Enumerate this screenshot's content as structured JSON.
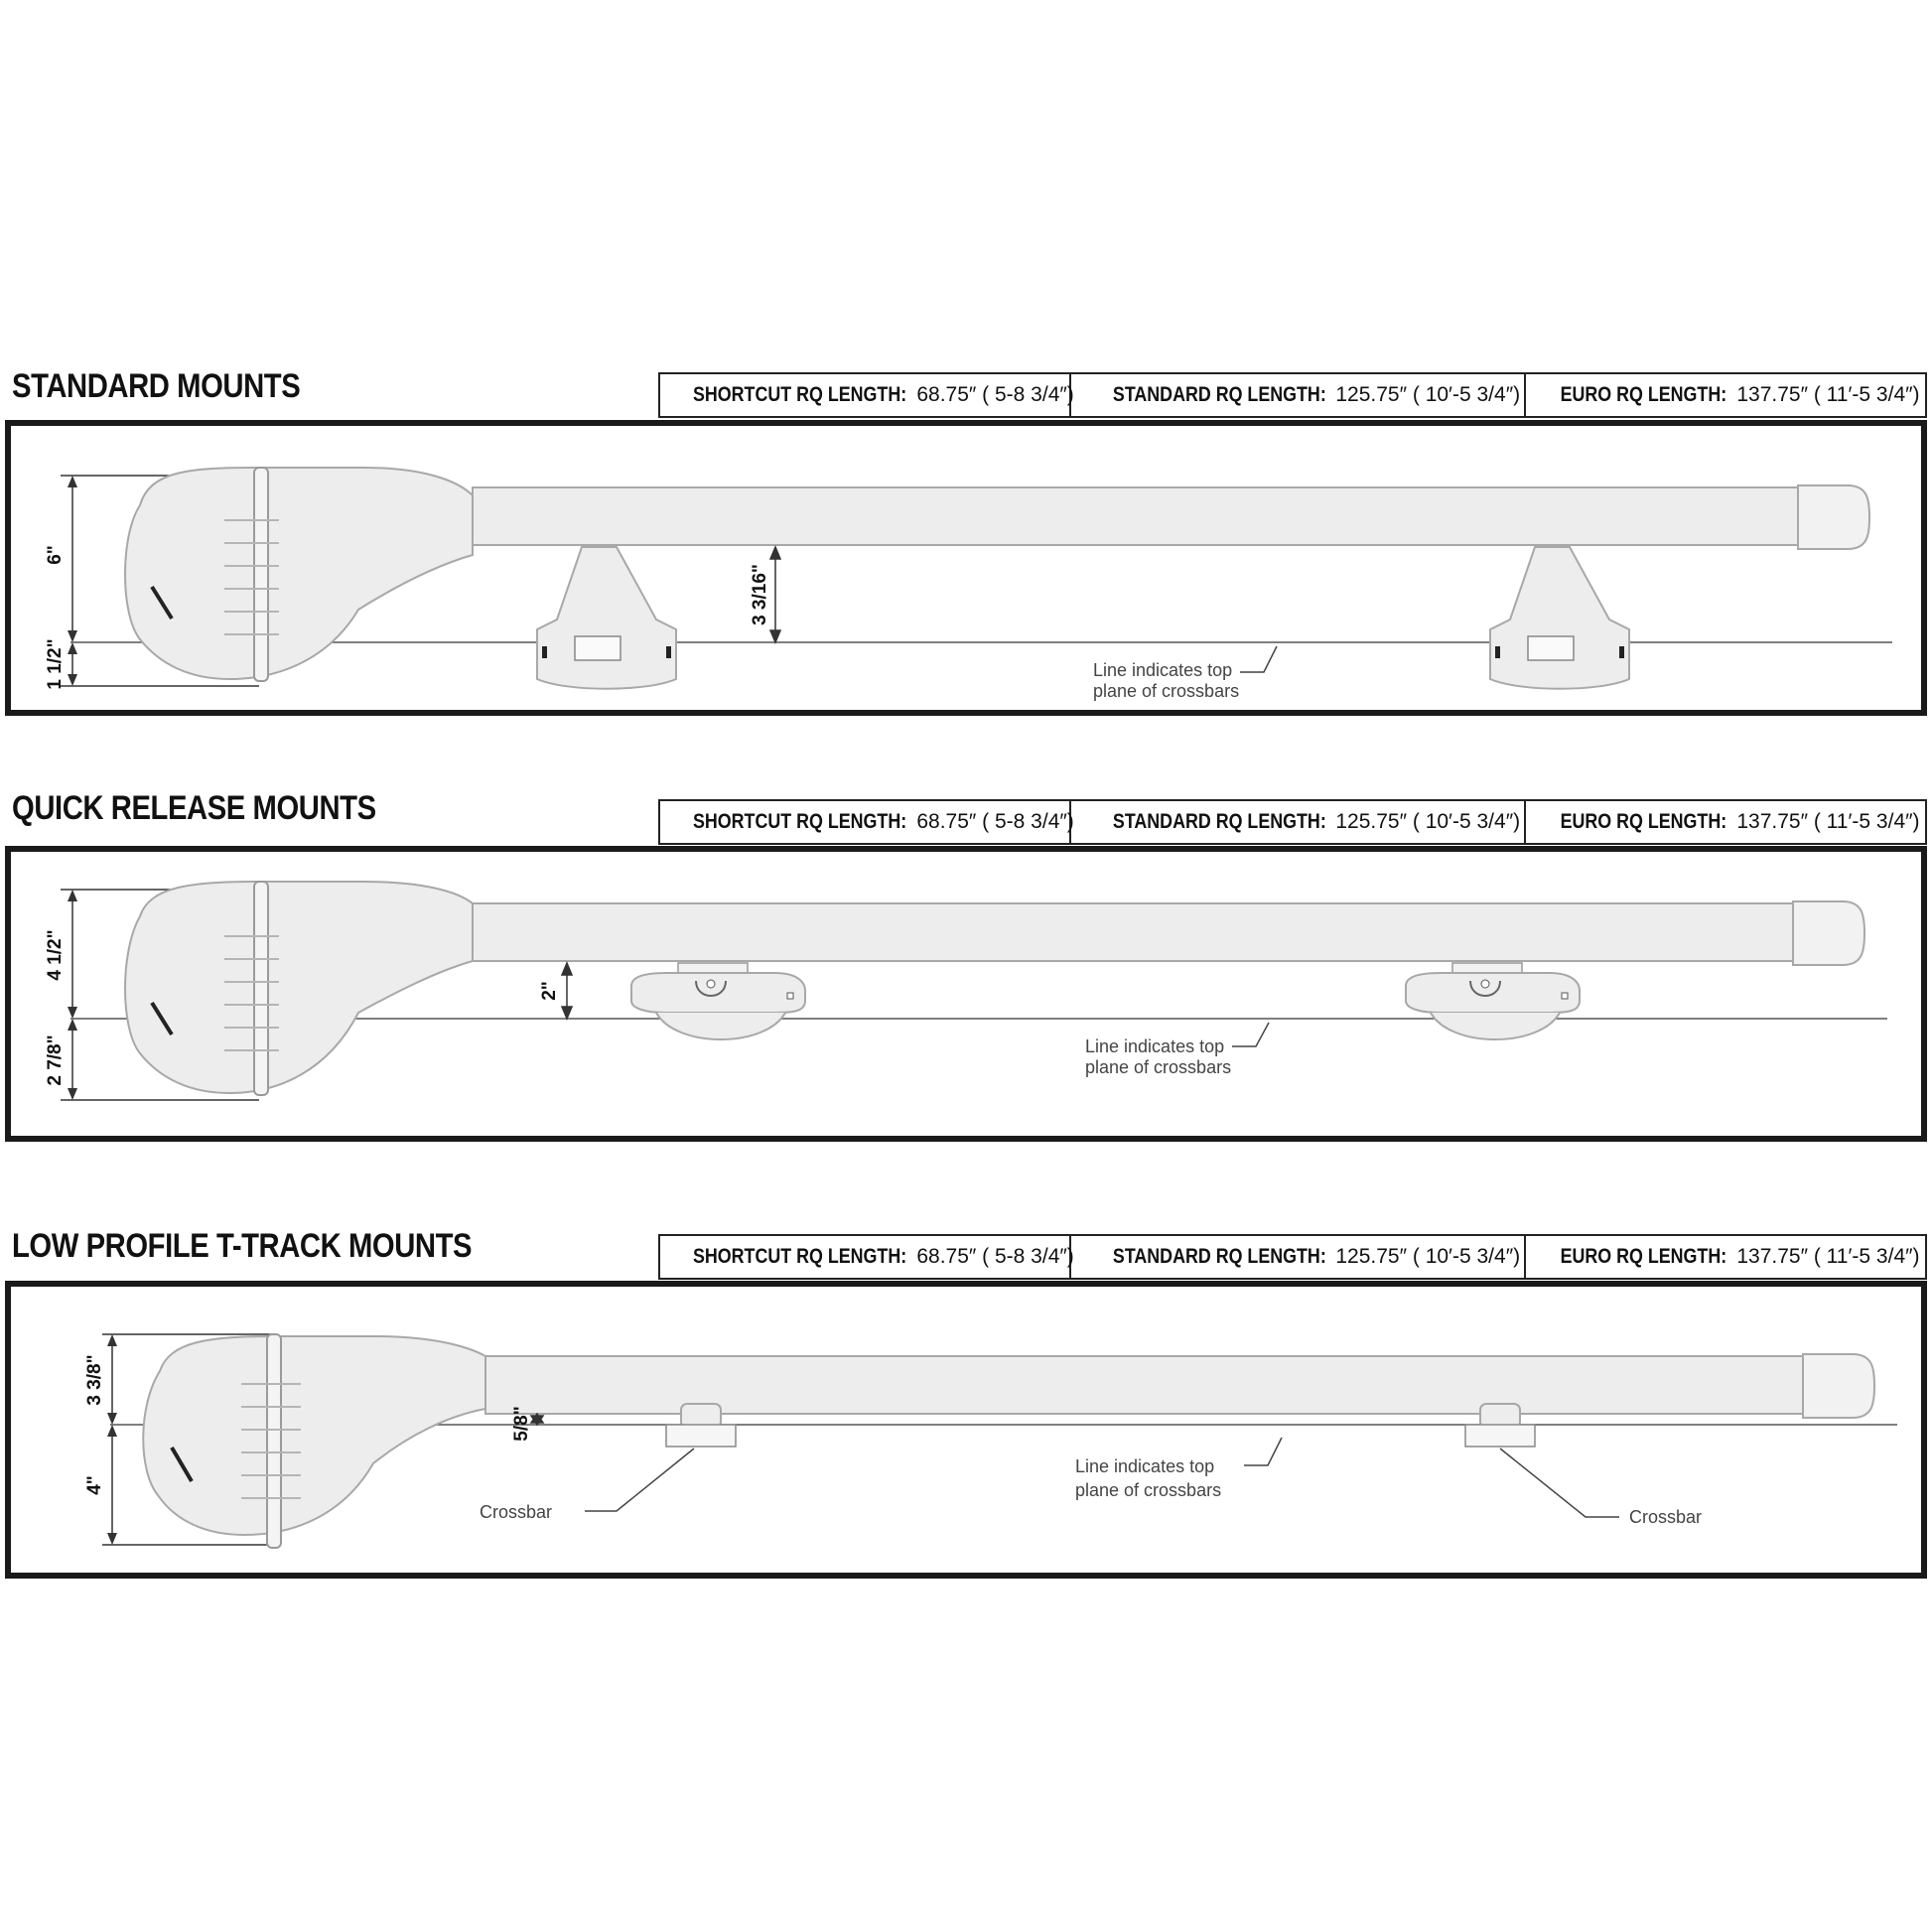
{
  "colors": {
    "frame": "#1a1a1a",
    "rack_fill": "#ededed",
    "rack_stroke": "#a8a8a8",
    "line": "#555555"
  },
  "sections": [
    {
      "title": "STANDARD MOUNTS",
      "lengths": [
        {
          "label": "SHORTCUT RQ LENGTH:",
          "value": "68.75″ ( 5-8 3/4″)"
        },
        {
          "label": "STANDARD RQ LENGTH:",
          "value": "125.75″ ( 10′-5 3/4″)"
        },
        {
          "label": "EURO RQ LENGTH:",
          "value": "137.75″ ( 11′-5 3/4″)"
        }
      ],
      "dimensions": {
        "upper": "6\"",
        "lower": "1 1/2\"",
        "mount_gap": "3 3/16\""
      },
      "note_line1": "Line indicates top",
      "note_line2": "plane of crossbars"
    },
    {
      "title": "QUICK RELEASE MOUNTS",
      "lengths": [
        {
          "label": "SHORTCUT RQ LENGTH:",
          "value": "68.75″ ( 5-8 3/4″)"
        },
        {
          "label": "STANDARD RQ LENGTH:",
          "value": "125.75″ ( 10′-5 3/4″)"
        },
        {
          "label": "EURO RQ LENGTH:",
          "value": "137.75″ ( 11′-5 3/4″)"
        }
      ],
      "dimensions": {
        "upper": "4 1/2\"",
        "lower": "2 7/8\"",
        "mount_gap": "2\""
      },
      "note_line1": "Line indicates top",
      "note_line2": "plane of crossbars"
    },
    {
      "title": "LOW PROFILE T-TRACK MOUNTS",
      "lengths": [
        {
          "label": "SHORTCUT RQ LENGTH:",
          "value": "68.75″ ( 5-8 3/4″)"
        },
        {
          "label": "STANDARD RQ LENGTH:",
          "value": "125.75″ ( 10′-5 3/4″)"
        },
        {
          "label": "EURO RQ LENGTH:",
          "value": "137.75″ ( 11′-5 3/4″)"
        }
      ],
      "dimensions": {
        "upper": "3 3/8\"",
        "lower": "4\"",
        "mount_gap": "5/8\""
      },
      "note_line1": "Line indicates top",
      "note_line2": "plane of crossbars",
      "crossbar_label_left": "Crossbar",
      "crossbar_label_right": "Crossbar"
    }
  ]
}
